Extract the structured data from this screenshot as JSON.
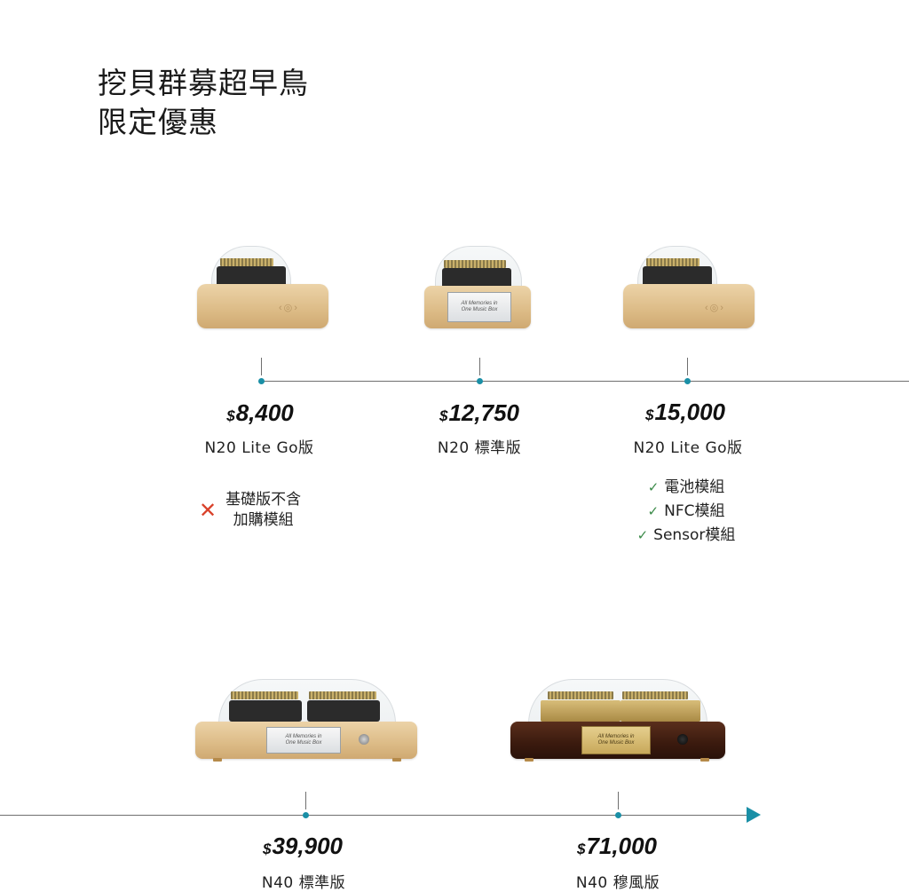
{
  "title": {
    "line1": "挖貝群募超早鳥",
    "line2": "限定優惠"
  },
  "colors": {
    "accent": "#1a8fa6",
    "axis": "#6f6f6f",
    "check": "#3a8a48",
    "cross": "#d9412a"
  },
  "timeline_top": {
    "items": [
      {
        "currency": "$",
        "price": "8,400",
        "model": "N20 Lite Go版",
        "product_image": "n20-lite-go-music-box",
        "excluded_icon": "cross-icon",
        "excluded": [
          "基礎版不含",
          "加購模組"
        ]
      },
      {
        "currency": "$",
        "price": "12,750",
        "model": "N20 標準版",
        "product_image": "n20-standard-music-box",
        "plate_text": [
          "All Memories in",
          "One Music Box"
        ]
      },
      {
        "currency": "$",
        "price": "15,000",
        "model": "N20 Lite Go版",
        "product_image": "n20-lite-go-music-box",
        "included_icon": "check-icon",
        "included": [
          "電池模組",
          "NFC模組",
          "Sensor模組"
        ]
      }
    ]
  },
  "timeline_bottom": {
    "items": [
      {
        "currency": "$",
        "price": "39,900",
        "model": "N40 標準版",
        "product_image": "n40-standard-music-box",
        "plate_text": [
          "All Memories in",
          "One Music Box"
        ]
      },
      {
        "currency": "$",
        "price": "71,000",
        "model": "N40 穆風版",
        "product_image": "n40-walnut-music-box",
        "plate_text": [
          "All Memories in",
          "One Music Box"
        ]
      }
    ],
    "end_icon": "arrow-right-icon"
  }
}
